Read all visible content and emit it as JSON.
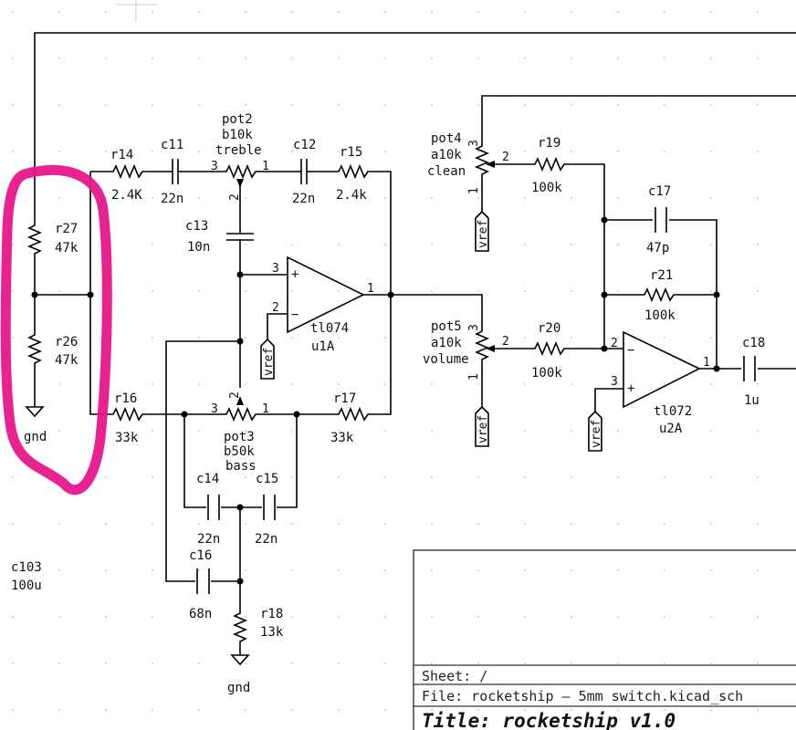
{
  "components": {
    "r14": {
      "ref": "r14",
      "value": "2.4K"
    },
    "c11": {
      "ref": "c11",
      "value": "22n"
    },
    "pot2": {
      "ref": "pot2",
      "value": "b10k",
      "label": "treble"
    },
    "c12": {
      "ref": "c12",
      "value": "22n"
    },
    "r15": {
      "ref": "r15",
      "value": "2.4k"
    },
    "c13": {
      "ref": "c13",
      "value": "10n"
    },
    "r27": {
      "ref": "r27",
      "value": "47k"
    },
    "r26": {
      "ref": "r26",
      "value": "47k"
    },
    "u1a": {
      "ref": "u1A",
      "value": "tl074"
    },
    "r16": {
      "ref": "r16",
      "value": "33k"
    },
    "pot3": {
      "ref": "pot3",
      "value": "b50k",
      "label": "bass"
    },
    "r17": {
      "ref": "r17",
      "value": "33k"
    },
    "c14": {
      "ref": "c14",
      "value": "22n"
    },
    "c15": {
      "ref": "c15",
      "value": "22n"
    },
    "c16": {
      "ref": "c16",
      "value": "68n"
    },
    "r18": {
      "ref": "r18",
      "value": "13k"
    },
    "c103": {
      "ref": "c103",
      "value": "100u"
    },
    "pot4": {
      "ref": "pot4",
      "value": "a10k",
      "label": "clean"
    },
    "r19": {
      "ref": "r19",
      "value": "100k"
    },
    "c17": {
      "ref": "c17",
      "value": "47p"
    },
    "r21": {
      "ref": "r21",
      "value": "100k"
    },
    "pot5": {
      "ref": "pot5",
      "value": "a10k",
      "label": "volume"
    },
    "r20": {
      "ref": "r20",
      "value": "100k"
    },
    "u2a": {
      "ref": "u2A",
      "value": "tl072"
    },
    "c18": {
      "ref": "c18",
      "value": "1u"
    }
  },
  "nets": {
    "gnd": "gnd",
    "vref": "vref"
  },
  "pins": {
    "p1": "1",
    "p2": "2",
    "p3": "3",
    "plus": "+",
    "minus": "−"
  },
  "title_block": {
    "sheet": "Sheet: /",
    "file": "File: rocketship — 5mm switch.kicad_sch",
    "title": "Title: rocketship v1.0"
  },
  "annotation": {
    "color": "#e8168c"
  }
}
